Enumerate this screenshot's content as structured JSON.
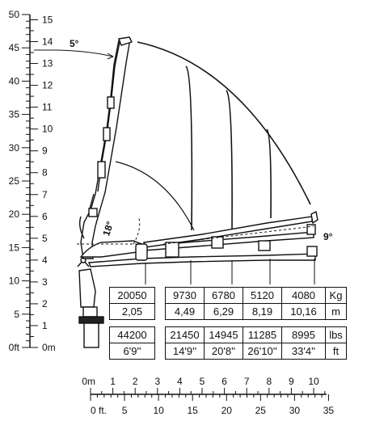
{
  "left_scale": {
    "ft_labels": [
      "50",
      "45",
      "40",
      "35",
      "30",
      "25",
      "20",
      "15",
      "10",
      "5",
      "0ft"
    ],
    "m_labels": [
      "15",
      "14",
      "13",
      "12",
      "11",
      "10",
      "9",
      "8",
      "7",
      "6",
      "5",
      "4",
      "3",
      "2",
      "1",
      "0m"
    ]
  },
  "bottom_scale": {
    "m_labels": [
      "0m",
      "1",
      "2",
      "3",
      "4",
      "5",
      "6",
      "7",
      "8",
      "9",
      "10"
    ],
    "ft_labels": [
      "0 ft.",
      "5",
      "10",
      "15",
      "20",
      "25",
      "30",
      "35"
    ]
  },
  "angles": {
    "top": "5°",
    "inner": "18°",
    "right": "9°"
  },
  "load_table": {
    "kg": [
      "20050",
      "9730",
      "6780",
      "5120",
      "4080"
    ],
    "m": [
      "2,05",
      "4,49",
      "6,29",
      "8,19",
      "10,16"
    ],
    "lbs": [
      "44200",
      "21450",
      "14945",
      "11285",
      "8995"
    ],
    "ft": [
      "6'9''",
      "14'9''",
      "20'8''",
      "26'10''",
      "33'4''"
    ],
    "units": {
      "kg": "Kg",
      "m": "m",
      "lbs": "lbs",
      "ft": "ft"
    }
  }
}
